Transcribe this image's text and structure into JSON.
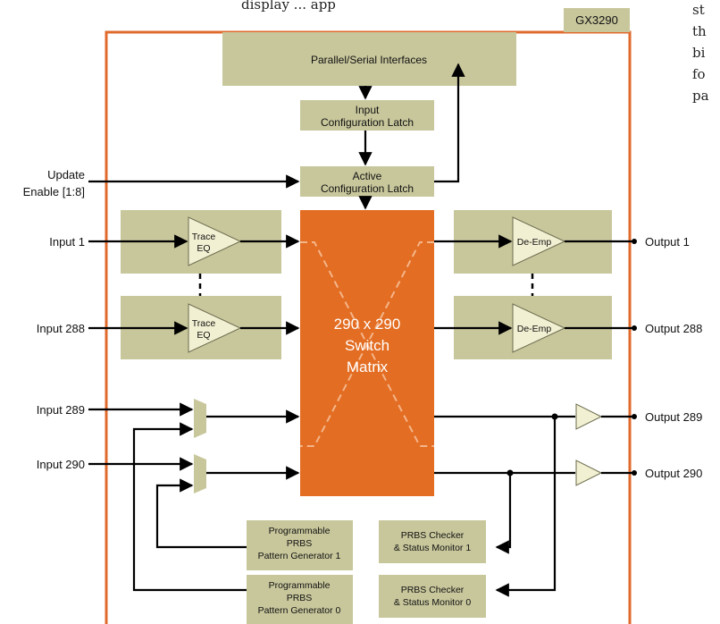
{
  "chip_name": "GX3290",
  "top_text_fragment": "display ... app",
  "side_text": [
    "st",
    "th",
    "bi",
    "fo",
    "pa"
  ],
  "blocks": {
    "parallel_serial": "Parallel/Serial Interfaces",
    "input_latch": [
      "Input",
      "Configuration Latch"
    ],
    "active_latch": [
      "Active",
      "Configuration Latch"
    ],
    "matrix": [
      "290 x 290",
      "Switch",
      "Matrix"
    ],
    "trace_eq": [
      "Trace",
      "EQ"
    ],
    "de_emp": "De-Emp",
    "prbs_gen_1": [
      "Programmable",
      "PRBS",
      "Pattern Generator 1"
    ],
    "prbs_gen_0": [
      "Programmable",
      "PRBS",
      "Pattern Generator 0"
    ],
    "prbs_chk_1": [
      "PRBS Checker",
      "& Status Monitor 1"
    ],
    "prbs_chk_0": [
      "PRBS Checker",
      "& Status Monitor 0"
    ]
  },
  "inputs": {
    "update_enable": [
      "Update",
      "Enable [1:8]"
    ],
    "input_1": "Input 1",
    "input_288": "Input  288",
    "input_289": "Input 289",
    "input_290": "Input 290"
  },
  "outputs": {
    "output_1": "Output 1",
    "output_288": "Output 288",
    "output_289": "Output 289",
    "output_290": "Output 290"
  },
  "colors": {
    "chip_border": "#e06a2c",
    "block_fill": "#c8c79c",
    "matrix_fill": "#e36d22",
    "dashed_x": "#f4b58a",
    "triangle_fill": "#f2f0d2"
  }
}
